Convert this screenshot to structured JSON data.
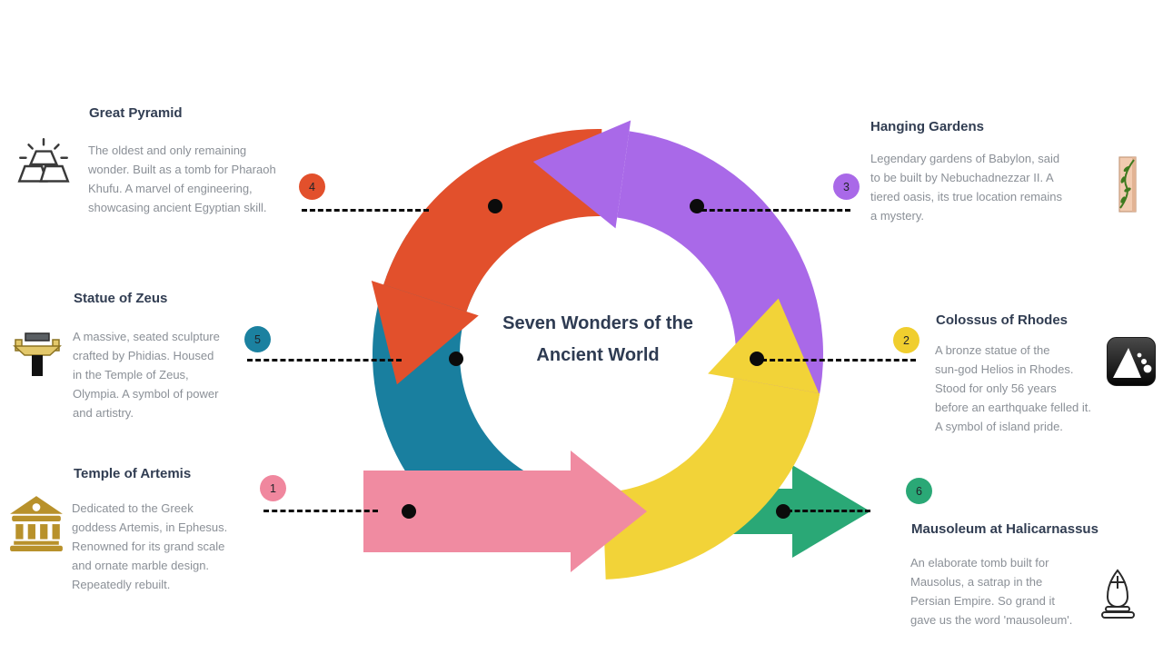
{
  "title": {
    "line1": "Seven Wonders of the",
    "line2": "Ancient World"
  },
  "wonders": [
    {
      "number": "4",
      "name": "Great Pyramid",
      "icon": "gold-bars-pyramid-icon",
      "color": "#e2502c",
      "lines": [
        "The oldest and only remaining",
        "wonder. Built as a tomb for Pharaoh",
        "Khufu. A marvel of engineering,",
        "showcasing ancient Egyptian skill."
      ]
    },
    {
      "number": "5",
      "name": "Statue of Zeus",
      "icon": "zeus-throne-icon",
      "color": "#1b81a0",
      "lines": [
        "A massive, seated sculpture",
        "crafted by Phidias. Housed",
        "in the Temple of Zeus,",
        "Olympia. A symbol of power",
        "and artistry."
      ]
    },
    {
      "number": "1",
      "name": "Temple of Artemis",
      "icon": "greek-temple-icon",
      "color": "#f0879e",
      "lines": [
        "Dedicated to the Greek",
        "goddess Artemis, in Ephesus.",
        "Renowned for its grand scale",
        "and ornate marble design.",
        "Repeatedly rebuilt."
      ]
    },
    {
      "number": "3",
      "name": "Hanging Gardens",
      "icon": "vine-column-icon",
      "color": "#a969e8",
      "lines": [
        "Legendary gardens of Babylon, said",
        "to be built by Nebuchadnezzar II. A",
        "tiered oasis, its true location remains",
        "a mystery."
      ]
    },
    {
      "number": "2",
      "name": "Colossus of Rhodes",
      "icon": "rockslide-icon",
      "color": "#f0ce2e",
      "lines": [
        "A bronze statue of the",
        "sun-god Helios in Rhodes.",
        "Stood for only 56 years",
        "before an earthquake felled it.",
        "A symbol of island pride."
      ]
    },
    {
      "number": "6",
      "name": "Mausoleum at Halicarnassus",
      "icon": "tomb-dome-icon",
      "color": "#2aa876",
      "lines": [
        "An elaborate tomb built for",
        "Mausolus, a satrap in the",
        "Persian Empire. So grand it",
        "gave us the word 'mausoleum'."
      ]
    }
  ],
  "diagram": {
    "type": "cycle",
    "segments": [
      {
        "name": "teal-arc",
        "color": "#197f9f"
      },
      {
        "name": "red-arc",
        "color": "#e2502c"
      },
      {
        "name": "purple-arc",
        "color": "#a969e8"
      },
      {
        "name": "green-arrow",
        "color": "#2aa876"
      },
      {
        "name": "yellow-arc",
        "color": "#f2d338"
      },
      {
        "name": "pink-arrow",
        "color": "#f08ba1"
      }
    ]
  }
}
